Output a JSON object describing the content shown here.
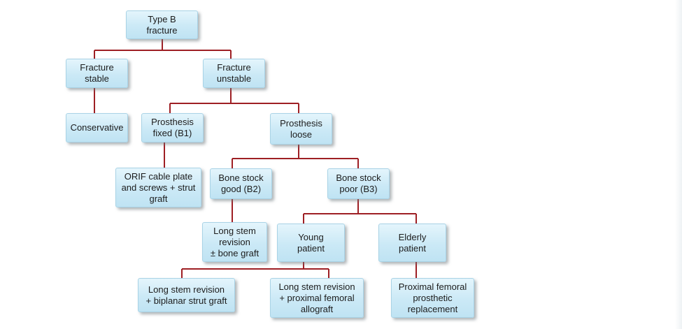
{
  "diagram": {
    "nodes": {
      "type_b_fracture": "Type B\nfracture",
      "fracture_stable": "Fracture\nstable",
      "fracture_unstable": "Fracture\nunstable",
      "conservative": "Conservative",
      "prosthesis_fixed": "Prosthesis\nfixed (B1)",
      "prosthesis_loose": "Prosthesis\nloose",
      "orif": "ORIF cable plate\nand screws + strut\ngraft",
      "bone_stock_good": "Bone stock\ngood (B2)",
      "bone_stock_poor": "Bone stock\npoor (B3)",
      "long_stem_bone_graft": "Long stem\nrevision\n± bone graft",
      "young_patient": "Young\npatient",
      "elderly_patient": "Elderly\npatient",
      "long_stem_biplanar": "Long stem revision\n+ biplanar strut graft",
      "long_stem_allograft": "Long stem revision\n+ proximal femoral\nallograft",
      "proximal_femoral_replacement": "Proximal femoral\nprosthetic\nreplacement"
    },
    "edges": [
      [
        "type_b_fracture",
        "fracture_stable"
      ],
      [
        "type_b_fracture",
        "fracture_unstable"
      ],
      [
        "fracture_stable",
        "conservative"
      ],
      [
        "fracture_unstable",
        "prosthesis_fixed"
      ],
      [
        "fracture_unstable",
        "prosthesis_loose"
      ],
      [
        "prosthesis_fixed",
        "orif"
      ],
      [
        "prosthesis_loose",
        "bone_stock_good"
      ],
      [
        "prosthesis_loose",
        "bone_stock_poor"
      ],
      [
        "bone_stock_good",
        "long_stem_bone_graft"
      ],
      [
        "bone_stock_poor",
        "young_patient"
      ],
      [
        "bone_stock_poor",
        "elderly_patient"
      ],
      [
        "young_patient",
        "long_stem_biplanar"
      ],
      [
        "young_patient",
        "long_stem_allograft"
      ],
      [
        "elderly_patient",
        "proximal_femoral_replacement"
      ]
    ],
    "connector_color": "#9e1f24"
  }
}
